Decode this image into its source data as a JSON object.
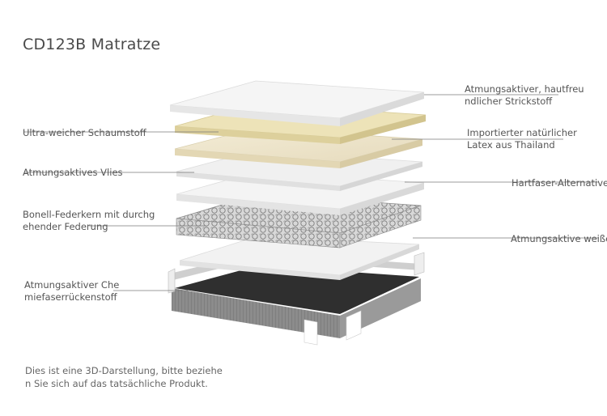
{
  "title": "CD123B Matratze",
  "labels_left": [
    {
      "lines": [
        "Ultra-weicher Schaumstoff"
      ]
    },
    {
      "lines": [
        "Atmungsaktives Vlies"
      ]
    },
    {
      "lines": [
        "Bonell-Federkern mit durchg",
        "ehender Federung"
      ]
    },
    {
      "lines": [
        "Atmungsaktiver Che",
        "miefaserrückenstoff"
      ]
    }
  ],
  "labels_right": [
    {
      "lines": [
        "Atmungsaktiver, hautfreu",
        "ndlicher Strickstoff"
      ]
    },
    {
      "lines": [
        "Importierter natürlicher",
        "Latex aus Thailand"
      ]
    },
    {
      "lines": [
        "Hartfaser-Alternative"
      ]
    },
    {
      "lines": [
        "Atmungsaktive weiße"
      ]
    }
  ],
  "note": [
    "Dies ist eine 3D-Darstellung, bitte beziehe",
    "n Sie sich auf das tatsächliche Produkt."
  ],
  "colors": {
    "foam_yellow": "#ece2b6",
    "latex": "#ede4c8",
    "white_layer": "#f3f3f3",
    "frame_dark": "#3a3a3a",
    "frame_side": "#8a8a8a"
  }
}
